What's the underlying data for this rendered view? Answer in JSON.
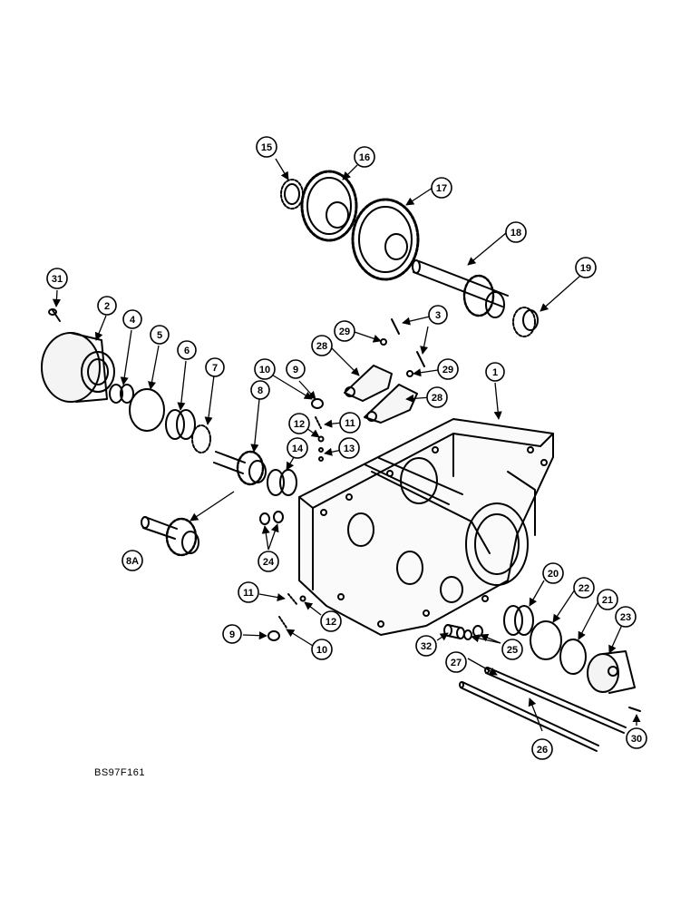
{
  "figure_code": "BS97F161",
  "callouts": [
    {
      "id": "c15",
      "label": "15"
    },
    {
      "id": "c16",
      "label": "16"
    },
    {
      "id": "c17",
      "label": "17"
    },
    {
      "id": "c18",
      "label": "18"
    },
    {
      "id": "c19",
      "label": "19"
    },
    {
      "id": "c31",
      "label": "31"
    },
    {
      "id": "c2",
      "label": "2"
    },
    {
      "id": "c4",
      "label": "4"
    },
    {
      "id": "c5",
      "label": "5"
    },
    {
      "id": "c6",
      "label": "6"
    },
    {
      "id": "c7",
      "label": "7"
    },
    {
      "id": "c8",
      "label": "8"
    },
    {
      "id": "c8a",
      "label": "8A"
    },
    {
      "id": "c10a",
      "label": "10"
    },
    {
      "id": "c9a",
      "label": "9"
    },
    {
      "id": "c12a",
      "label": "12"
    },
    {
      "id": "c11a",
      "label": "11"
    },
    {
      "id": "c13",
      "label": "13"
    },
    {
      "id": "c14",
      "label": "14"
    },
    {
      "id": "c29a",
      "label": "29"
    },
    {
      "id": "c3",
      "label": "3"
    },
    {
      "id": "c28a",
      "label": "28"
    },
    {
      "id": "c29b",
      "label": "29"
    },
    {
      "id": "c28b",
      "label": "28"
    },
    {
      "id": "c1",
      "label": "1"
    },
    {
      "id": "c24",
      "label": "24"
    },
    {
      "id": "c11b",
      "label": "11"
    },
    {
      "id": "c12b",
      "label": "12"
    },
    {
      "id": "c9b",
      "label": "9"
    },
    {
      "id": "c10b",
      "label": "10"
    },
    {
      "id": "c32",
      "label": "32"
    },
    {
      "id": "c25",
      "label": "25"
    },
    {
      "id": "c20",
      "label": "20"
    },
    {
      "id": "c22",
      "label": "22"
    },
    {
      "id": "c21",
      "label": "21"
    },
    {
      "id": "c23",
      "label": "23"
    },
    {
      "id": "c27",
      "label": "27"
    },
    {
      "id": "c26",
      "label": "26"
    },
    {
      "id": "c30",
      "label": "30"
    }
  ]
}
